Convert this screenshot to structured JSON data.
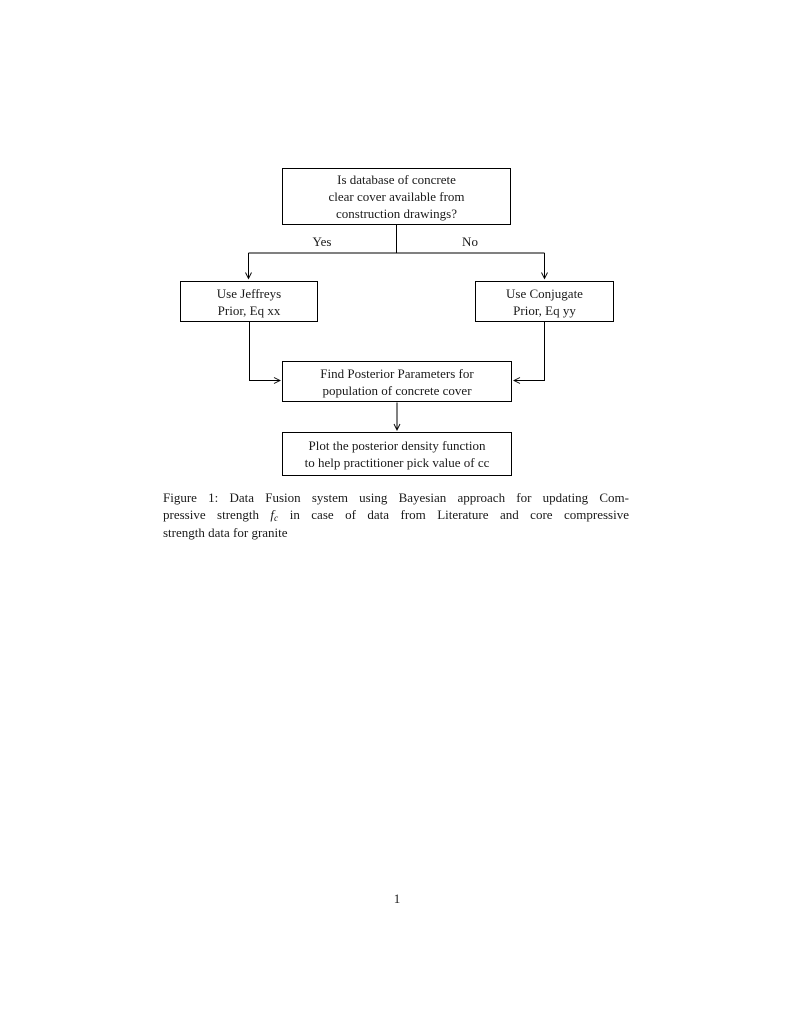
{
  "page": {
    "number": "1"
  },
  "flowchart": {
    "top_box": {
      "lines": [
        "Is database of concrete",
        "clear cover available from",
        "construction drawings?"
      ]
    },
    "yes_label": "Yes",
    "no_label": "No",
    "left_box": {
      "lines": [
        "Use Jeffreys",
        "Prior, Eq xx"
      ]
    },
    "right_box": {
      "lines": [
        "Use Conjugate",
        "Prior, Eq yy"
      ]
    },
    "middle_box": {
      "lines": [
        "Find Posterior Parameters for",
        "population of concrete cover"
      ]
    },
    "bottom_box": {
      "lines": [
        "Plot the posterior density function",
        "to help practitioner pick value of cc"
      ]
    }
  },
  "caption": {
    "line1": "Figure 1: Data Fusion system using Bayesian approach for updating Com-",
    "line2_before_math": "pressive strength ",
    "math_symbol": "f",
    "math_subscript": "c",
    "line2_after_math": " in case of data from Literature and core compressive",
    "line3": "strength data for granite"
  },
  "colors": {
    "line": "#000000",
    "text": "#1a1a1a",
    "background": "#ffffff"
  }
}
